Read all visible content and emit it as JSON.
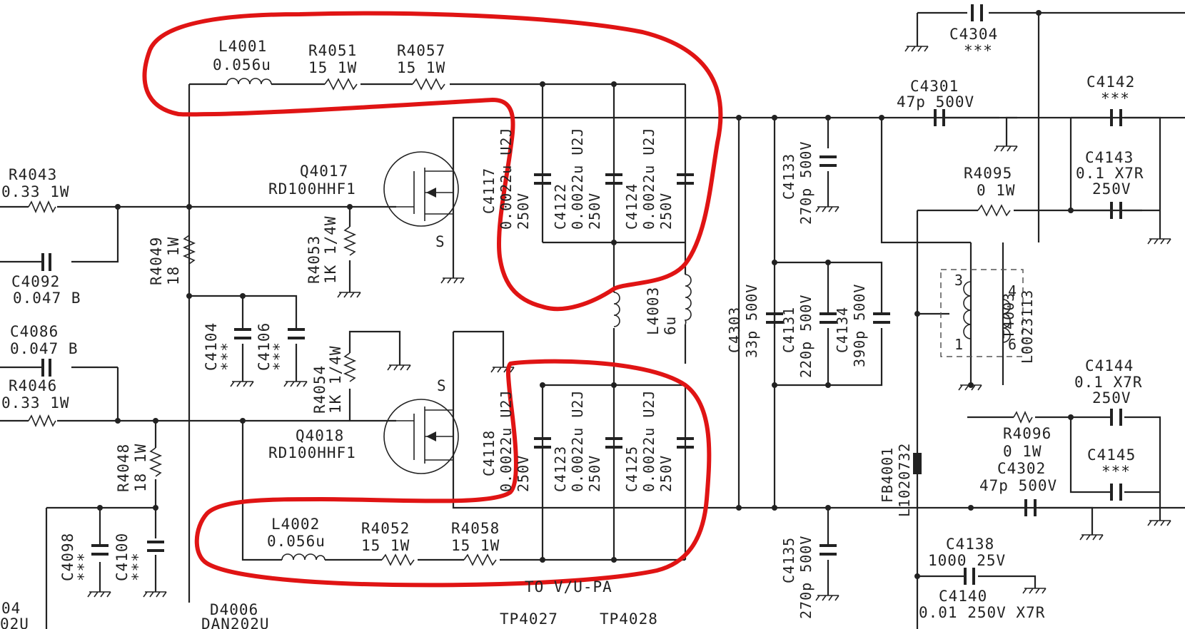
{
  "annotation_color": "#e01414",
  "labels": {
    "l4001": "L4001",
    "l4001_v": "0.056u",
    "r4051": "R4051",
    "r4051_v": "15 1W",
    "r4057": "R4057",
    "r4057_v": "15 1W",
    "r4043": "R4043",
    "r4043_v": "0.33 1W",
    "q4017": "Q4017",
    "q4017_v": "RD100HHF1",
    "c4092": "C4092",
    "c4092_v": "0.047 B",
    "c4086": "C4086",
    "c4086_v": "0.047 B",
    "r4046": "R4046",
    "r4046_v": "0.33 1W",
    "r4049": "R4049",
    "r4049_v": "18 1W",
    "r4053": "R4053",
    "r4053_v": "1K 1/4W",
    "c4104": "C4104",
    "c4104_v": "***",
    "c4106": "C4106",
    "c4106_v": "***",
    "r4054": "R4054",
    "r4054_v": "1K 1/4W",
    "q4018": "Q4018",
    "q4018_v": "RD100HHF1",
    "r4048": "R4048",
    "r4048_v": "18 1W",
    "c4098": "C4098",
    "c4098_v": "***",
    "c4100": "C4100",
    "c4100_v": "***",
    "l4002": "L4002",
    "l4002_v": "0.056u",
    "r4052": "R4052",
    "r4052_v": "15 1W",
    "r4058": "R4058",
    "r4058_v": "15 1W",
    "c4117": "C4117",
    "c4117_v": "0.0022u U2J",
    "c4117_v2": "250V",
    "c4122": "C4122",
    "c4122_v": "0.0022u U2J",
    "c4122_v2": "250V",
    "c4124": "C4124",
    "c4124_v": "0.0022u U2J",
    "c4124_v2": "250V",
    "c4118": "C4118",
    "c4118_v": "0.0022u U2J",
    "c4118_v2": "250V",
    "c4123": "C4123",
    "c4123_v": "0.0022u U2J",
    "c4123_v2": "250V",
    "c4125": "C4125",
    "c4125_v": "0.0022u U2J",
    "c4125_v2": "250V",
    "l4003": "L4003",
    "l4003_v": "6u",
    "c4133": "C4133",
    "c4133_v": "270p 500V",
    "c4303": "C4303",
    "c4303_v": "33p 500V",
    "c4131": "C4131",
    "c4131_v": "220p 500V",
    "c4134": "C4134",
    "c4134_v": "390p 500V",
    "c4135": "C4135",
    "c4135_v": "270p 500V",
    "c4304": "C4304",
    "c4304_v": "***",
    "c4301": "C4301",
    "c4301_v": "47p 500V",
    "c4142": "C4142",
    "c4142_v": "***",
    "c4143": "C4143",
    "c4143_v": "0.1 X7R",
    "c4143_v2": "250V",
    "r4095": "R4095",
    "r4095_v": "0 1W",
    "t4003": "T4003",
    "t4003_v": "L0023113",
    "t4003_p3": "3",
    "t4003_p4": "4",
    "t4003_p1": "1",
    "t4003_p6": "6",
    "c4144": "C4144",
    "c4144_v": "0.1 X7R",
    "c4144_v2": "250V",
    "r4096": "R4096",
    "r4096_v": "0 1W",
    "c4145": "C4145",
    "c4145_v": "***",
    "c4302": "C4302",
    "c4302_v": "47p 500V",
    "fb4001": "FB4001",
    "fb4001_v": "L1020732",
    "c4138": "C4138",
    "c4138_v": "1000 25V",
    "c4140": "C4140",
    "c4140_v": "0.01 250V X7R",
    "d4006": "D4006",
    "d4006_v": "DAN202U",
    "to_vu_pa": "TO V/U-PA",
    "tp4027": "TP4027",
    "tp4028": "TP4028",
    "pin_s": "S",
    "partial_04": "04",
    "partial_02u": "02U"
  }
}
